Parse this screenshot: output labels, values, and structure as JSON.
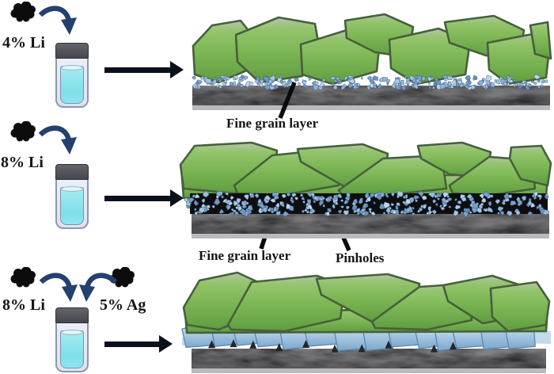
{
  "figure": {
    "rows": [
      {
        "precursor_label": "4% Li",
        "fine_grain_label": "Fine grain layer",
        "film": "large green grains over a thin fine-grain blue layer on a gray substrate"
      },
      {
        "precursor_label": "8% Li",
        "fine_grain_label": "Fine grain layer",
        "pinholes_label": "Pinholes",
        "film": "flat green grains over a thick fine-grain blue layer with black pinholes on a gray substrate"
      },
      {
        "precursor_label_li": "8% Li",
        "precursor_label_ag": "5% Ag",
        "film": "green grains over a coarse light-blue grain layer on a gray substrate"
      }
    ]
  },
  "icons": {
    "powder_cluster": "black powder aggregate of overlapping circles",
    "pour_arrow": "curved dark-blue arrow pouring additive into vial",
    "process_arrow": "straight black arrow pointing right",
    "vial": "capped glass vial filled with cyan solution",
    "pointer_line": "black callout line from label to layer"
  },
  "palette": {
    "grain_green_light": "#95c56e",
    "grain_green_mid": "#7eb755",
    "grain_green_dark": "#5f9a42",
    "grain_outline": "#46603c",
    "fine_grain_blue": "#8fb3d6",
    "coarse_blue_light": "#d3e5f2",
    "coarse_blue_dark": "#7ca8ce",
    "substrate_gray": "#88888a",
    "pinhole_black": "#0e0e10",
    "pour_arrow_blue": "#24406e",
    "process_arrow_black": "#0b101d",
    "liquid_cyan": "#7fdfe9",
    "cap_gray": "#45474d",
    "label_black": "#141414"
  }
}
